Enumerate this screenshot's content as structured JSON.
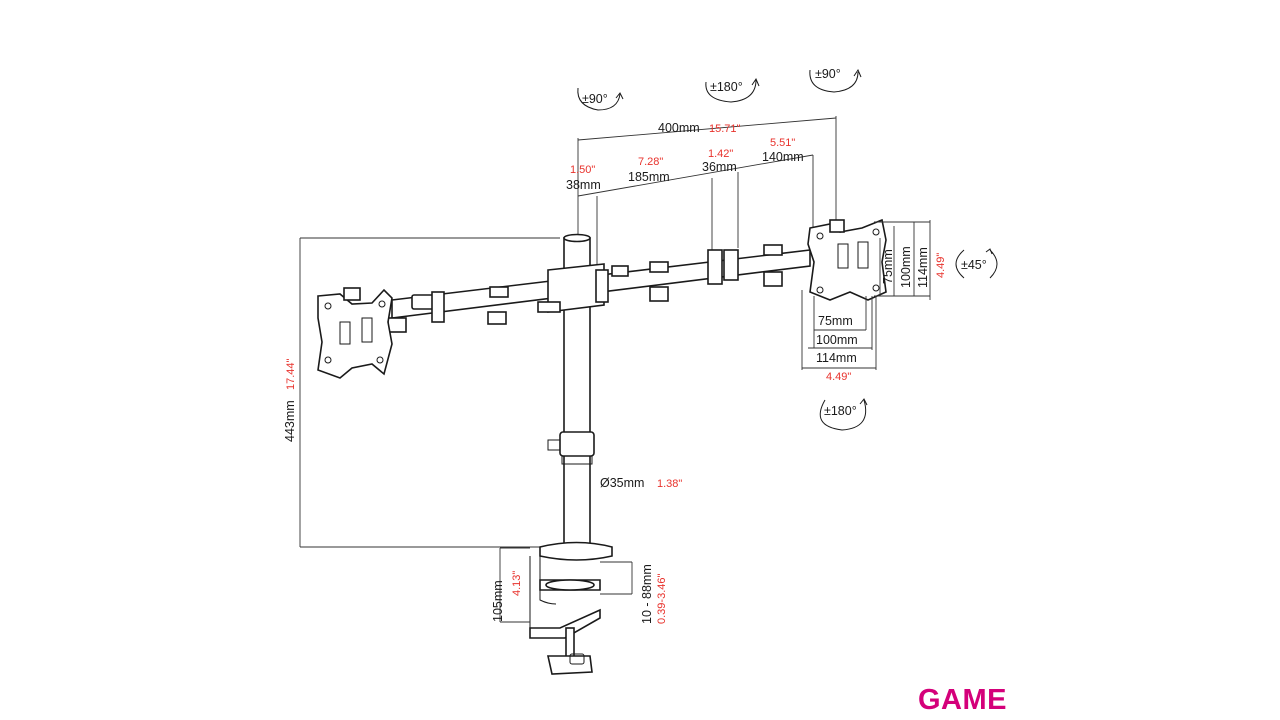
{
  "brand": {
    "logo_text": "GAME",
    "color": "#d4007a"
  },
  "colors": {
    "line": "#1a1a1a",
    "imperial": "#e8322c"
  },
  "rotation": {
    "left_tilt": "±90°",
    "center_swivel": "±180°",
    "right_tilt": "±90°",
    "right_rotate": "±45°",
    "right_swivel": "±180°"
  },
  "arm": {
    "total": {
      "mm": "400mm",
      "in": "15.71\""
    },
    "seg1": {
      "mm": "38mm",
      "in": "1.50\""
    },
    "seg2": {
      "mm": "185mm",
      "in": "7.28\""
    },
    "seg3": {
      "mm": "36mm",
      "in": "1.42\""
    },
    "seg4": {
      "mm": "140mm",
      "in": "5.51\""
    }
  },
  "vesa": {
    "v75": "75mm",
    "v100": "100mm",
    "v114": "114mm",
    "h75": "75mm",
    "h100": "100mm",
    "h114": "114mm",
    "vertical_in": "4.49\"",
    "horizontal_in": "4.49\""
  },
  "pole": {
    "height": {
      "mm": "443mm",
      "in": "17.44\""
    },
    "diameter": {
      "mm": "Ø35mm",
      "in": "1.38\""
    }
  },
  "clamp": {
    "height": {
      "mm": "105mm",
      "in": "4.13\""
    },
    "range": {
      "mm": "10 - 88mm",
      "in": "0.39-3.46\""
    }
  }
}
